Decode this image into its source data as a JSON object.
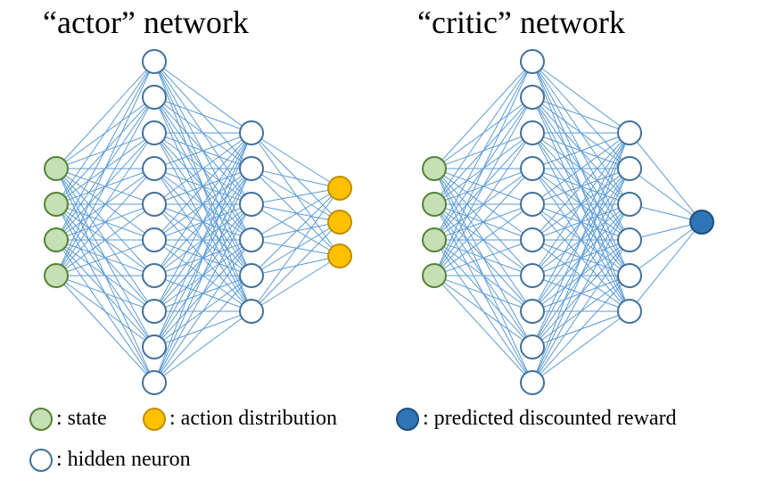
{
  "titles": {
    "actor": "“actor” network",
    "critic": "“critic” network"
  },
  "networks": {
    "actor": {
      "layers": [
        4,
        10,
        6,
        3
      ],
      "neuron_types": [
        "state",
        "hidden",
        "hidden",
        "action"
      ]
    },
    "critic": {
      "layers": [
        4,
        10,
        6,
        1
      ],
      "neuron_types": [
        "state",
        "hidden",
        "hidden",
        "reward"
      ]
    }
  },
  "legend": {
    "state": ": state",
    "action": ": action distribution",
    "reward": ": predicted discounted reward",
    "hidden": ": hidden neuron"
  },
  "colors": {
    "state_fill": "#c5e0b4",
    "state_stroke": "#548235",
    "action_fill": "#ffc000",
    "action_stroke": "#bf9000",
    "reward_fill": "#2e75b6",
    "reward_stroke": "#1f4e79",
    "hidden_fill": "#ffffff",
    "hidden_stroke": "#41719c",
    "edge": "#5b9bd5"
  }
}
